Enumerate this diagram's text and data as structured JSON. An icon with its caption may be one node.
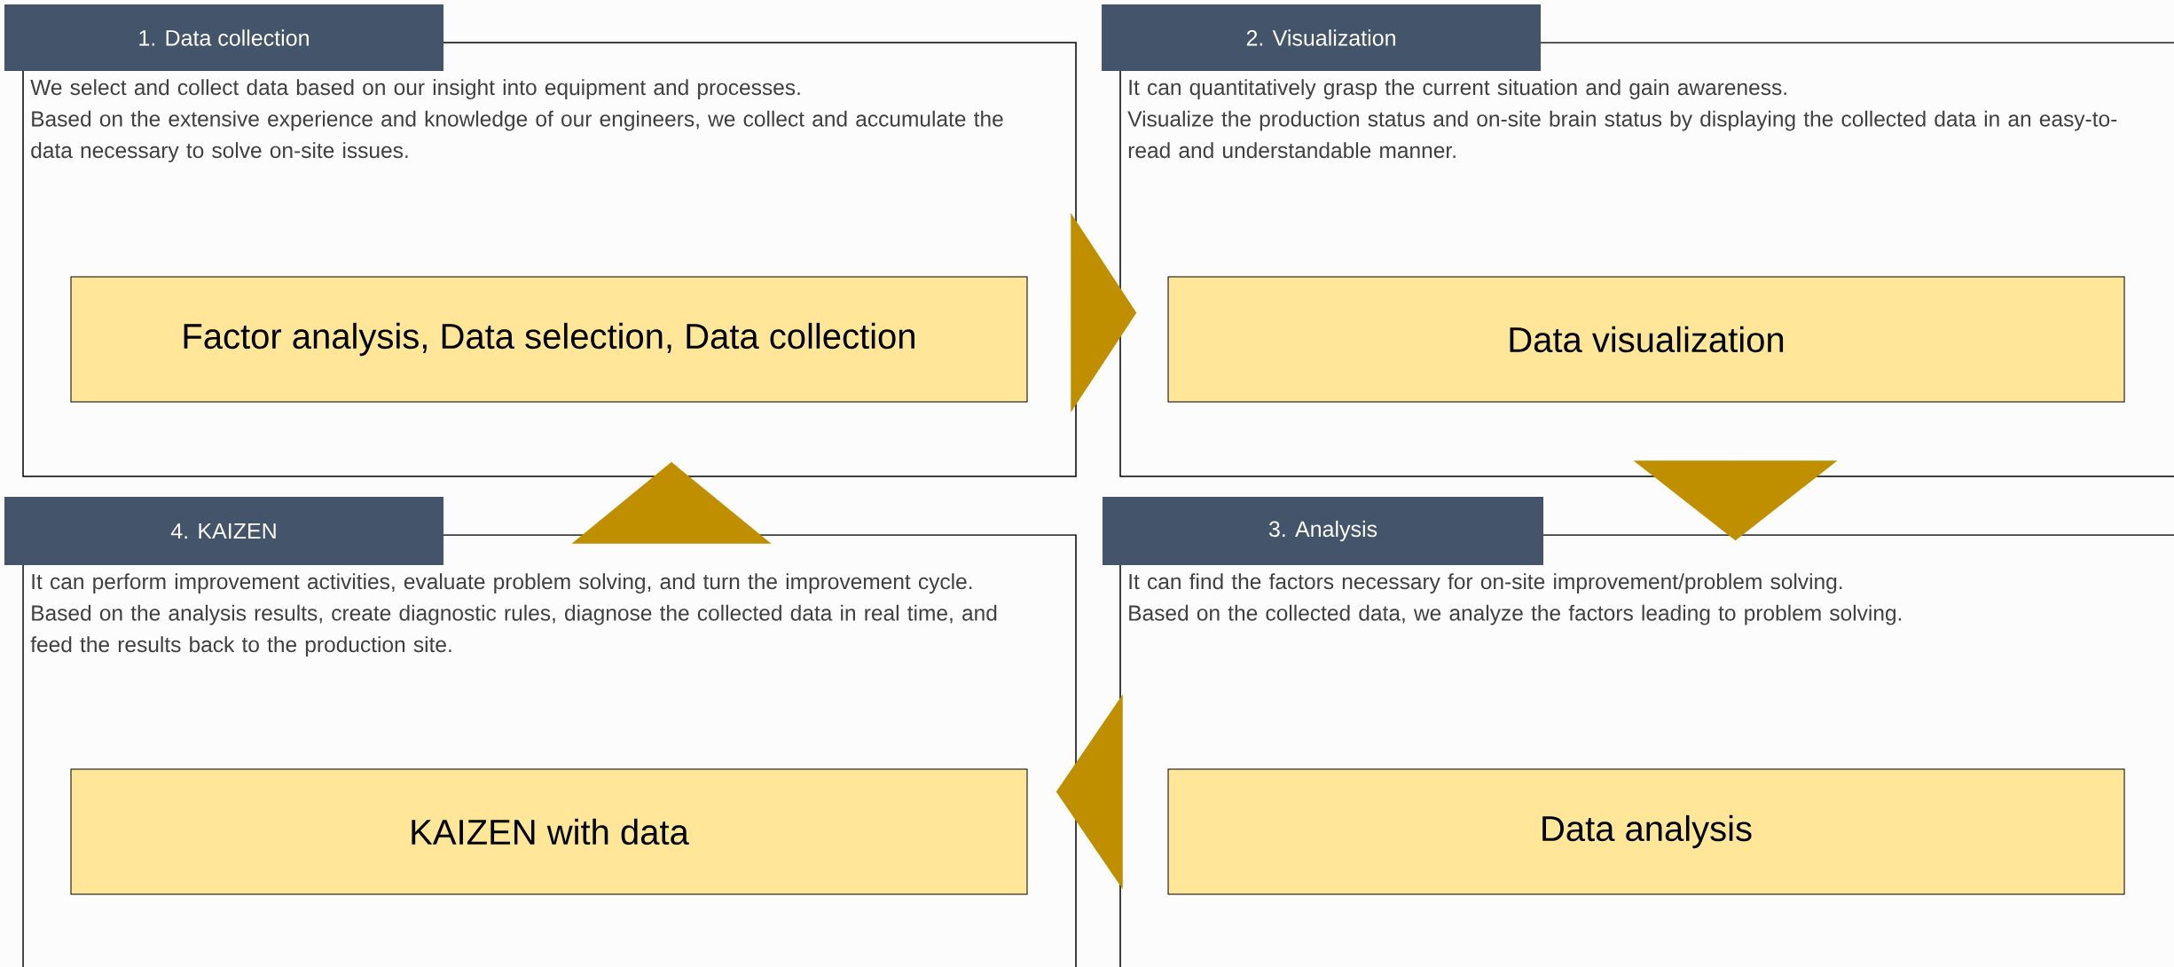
{
  "diagram": {
    "nodes": [
      {
        "text": [
          "1. Data collection",
          "We select and collect data based on our insight into equipment and processes.",
          "Based on the extensive experience and knowledge of our engineers, we collect and accumulate the data necessary to solve on-site issues."
        ]
      },
      {
        "text": [
          "Factor analysis, Data selection, Data collection"
        ],
        "in": 0
      },
      {
        "text": [
          "2. Visualization",
          "It can quantitatively grasp the current situation and gain awareness.",
          "Visualize the production status and on-site brain status by displaying the collected data in an easy-to-read and understandable manner."
        ]
      },
      {
        "text": [
          "Data visualization"
        ],
        "in": 2
      },
      {
        "text": [
          "4. KAIZEN",
          "It can perform improvement activities, evaluate problem solving, and turn the improvement cycle.",
          "Based on the analysis results, create diagnostic rules, diagnose the collected data in real time, and feed the results back to the production site."
        ]
      },
      {
        "text": [
          "KAIZEN with data"
        ],
        "in": 4
      },
      {
        "text": [
          "3. Analysis",
          "It can find the factors necessary for on-site improvement/problem solving.",
          "Based on the collected data, we analyze the factors leading to problem solving."
        ]
      },
      {
        "text": [
          "Data analysis"
        ],
        "in": 6
      }
    ],
    "edges": [
      {
        "from": 0,
        "to": 2,
        "arrow": "to"
      },
      {
        "from": 2,
        "to": 6,
        "arrow": "to"
      },
      {
        "from": 6,
        "to": 4,
        "arrow": "to"
      },
      {
        "from": 4,
        "to": 0,
        "arrow": "to"
      }
    ]
  }
}
